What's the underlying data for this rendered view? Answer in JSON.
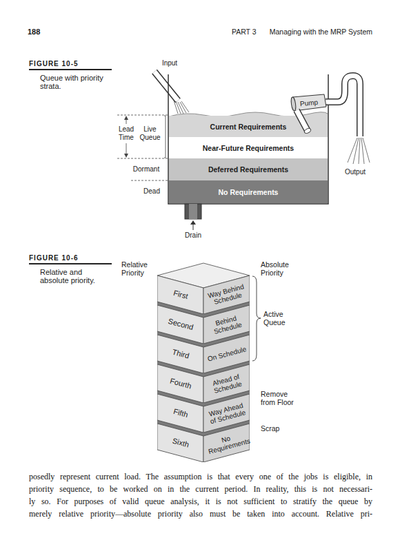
{
  "diagram": {
    "nodes": [
      {
        "text": [
          "Pump"
        ]
      },
      {
        "text": [
          "Current Requirements"
        ]
      },
      {
        "text": [
          "Near-Future Requirements"
        ]
      },
      {
        "text": [
          "Deferred Requirements"
        ]
      },
      {
        "text": [
          "No Requirements"
        ]
      },
      {
        "text": [
          "First",
          "Way Behind Schedule"
        ]
      },
      {
        "text": [
          "Second",
          "Behind Schedule"
        ]
      },
      {
        "text": [
          "Third",
          "On Schedule"
        ]
      },
      {
        "text": [
          "Fourth",
          "Ahead of Schedule"
        ]
      },
      {
        "text": [
          "Fifth",
          "Way Ahead of Schedule"
        ]
      },
      {
        "text": [
          "Sixth",
          "No Requirements"
        ]
      }
    ],
    "labels": [
      "188",
      "PART 3",
      "Managing with the MRP System",
      "FIGURE 10-5",
      "Queue with priority strata.",
      "Input",
      "Lead Time",
      "Live Queue",
      "Dormant",
      "Output",
      "Dead",
      "Drain",
      "FIGURE 10-6",
      "Relative and absolute priority.",
      "Relative Priority",
      "Absolute Priority",
      "Active Queue",
      "Remove from Floor",
      "Scrap",
      "posedly represent current load. The assumption is that every one of the jobs is eligible, in",
      "priority sequence, to be worked on in the current period. In reality, this is not necessari-",
      "ly so. For purposes of valid queue analysis, it is not sufficient to stratify the queue by",
      "merely relative priority—absolute priority also must be taken into account. Relative pri-"
    ]
  }
}
